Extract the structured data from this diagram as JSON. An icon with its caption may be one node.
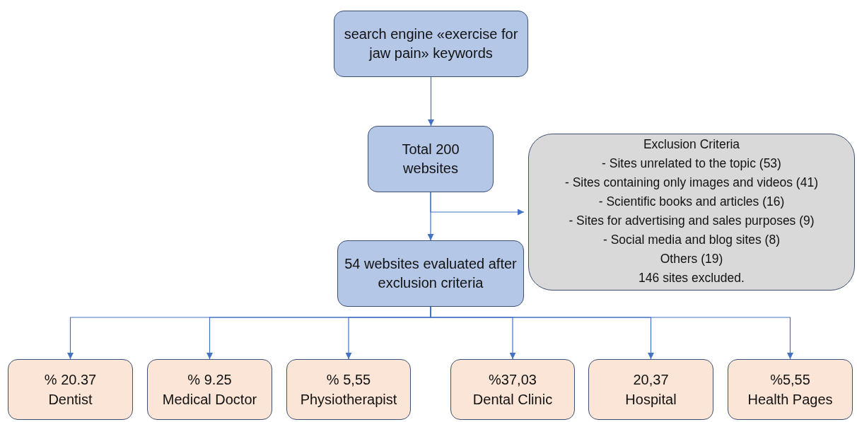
{
  "diagram": {
    "nodes": [
      {
        "text": [
          "search engine «exercise for jaw pain» keywords"
        ]
      },
      {
        "text": [
          "Total 200 websites"
        ]
      },
      {
        "text": [
          "54 websites evaluated after exclusion criteria"
        ]
      },
      {
        "text": [
          "Exclusion Criteria",
          "- Sites unrelated to the topic (53)",
          "- Sites containing only images and videos (41)",
          "- Scientific books and articles (16)",
          "- Sites for advertising and sales purposes (9)",
          "- Social media and blog sites (8)",
          "Others (19)",
          "146 sites excluded."
        ]
      },
      {
        "text": [
          "% 20.37",
          "Dentist"
        ]
      },
      {
        "text": [
          "% 9.25",
          "Medical Doctor"
        ]
      },
      {
        "text": [
          "% 5,55",
          "Physiotherapist"
        ]
      },
      {
        "text": [
          "%37,03",
          "Dental Clinic"
        ]
      },
      {
        "text": [
          "20,37",
          "Hospital"
        ]
      },
      {
        "text": [
          "%5,55",
          "Health Pages"
        ]
      }
    ],
    "edges": [
      {
        "from": 0,
        "to": 1,
        "arrow": "to"
      },
      {
        "from": 1,
        "to": 2,
        "arrow": "to"
      },
      {
        "from": 1,
        "to": 3,
        "arrow": "to"
      },
      {
        "from": 2,
        "to": 4,
        "arrow": "to"
      },
      {
        "from": 2,
        "to": 5,
        "arrow": "to"
      },
      {
        "from": 2,
        "to": 6,
        "arrow": "to"
      },
      {
        "from": 2,
        "to": 7,
        "arrow": "to"
      },
      {
        "from": 2,
        "to": 8,
        "arrow": "to"
      },
      {
        "from": 2,
        "to": 9,
        "arrow": "to"
      }
    ]
  }
}
